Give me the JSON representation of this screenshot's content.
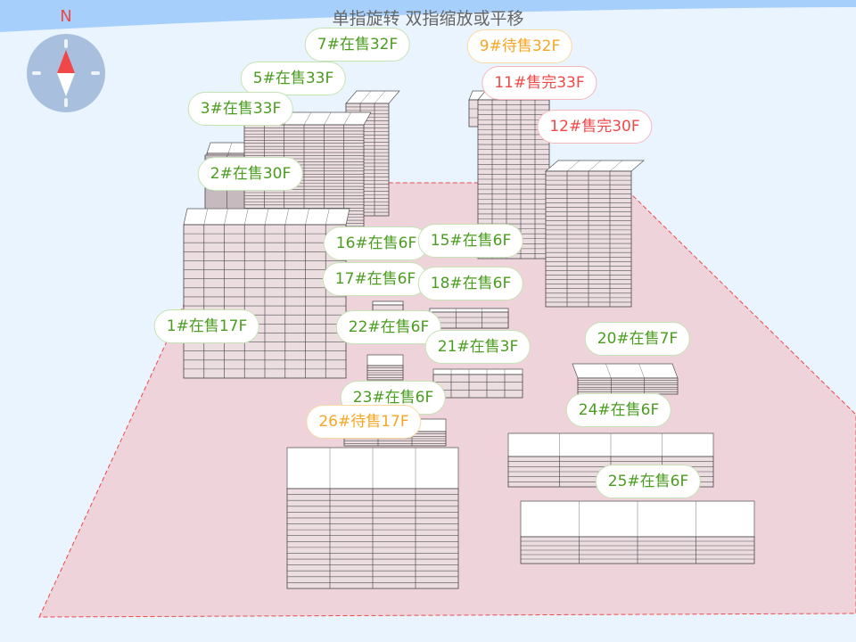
{
  "header": {
    "hint": "单指旋转 双指缩放或平移"
  },
  "compass": {
    "north_label": "N"
  },
  "colors": {
    "green": "#4a9d1f",
    "orange": "#f5a623",
    "red": "#f04848",
    "ground": "#efd3da",
    "ground_border": "#f04848"
  },
  "buildings": [
    {
      "label": "7#在售32F",
      "status": "green"
    },
    {
      "label": "9#待售32F",
      "status": "orange"
    },
    {
      "label": "5#在售33F",
      "status": "green"
    },
    {
      "label": "11#售完33F",
      "status": "red"
    },
    {
      "label": "3#在售33F",
      "status": "green"
    },
    {
      "label": "12#售完30F",
      "status": "red"
    },
    {
      "label": "2#在售30F",
      "status": "green"
    },
    {
      "label": "16#在售6F",
      "status": "green"
    },
    {
      "label": "15#在售6F",
      "status": "green"
    },
    {
      "label": "17#在售6F",
      "status": "green"
    },
    {
      "label": "18#在售6F",
      "status": "green"
    },
    {
      "label": "1#在售17F",
      "status": "green"
    },
    {
      "label": "22#在售6F",
      "status": "green"
    },
    {
      "label": "21#在售3F",
      "status": "green"
    },
    {
      "label": "20#在售7F",
      "status": "green"
    },
    {
      "label": "23#在售6F",
      "status": "green"
    },
    {
      "label": "26#待售17F",
      "status": "orange"
    },
    {
      "label": "24#在售6F",
      "status": "green"
    },
    {
      "label": "25#在售6F",
      "status": "green"
    }
  ]
}
